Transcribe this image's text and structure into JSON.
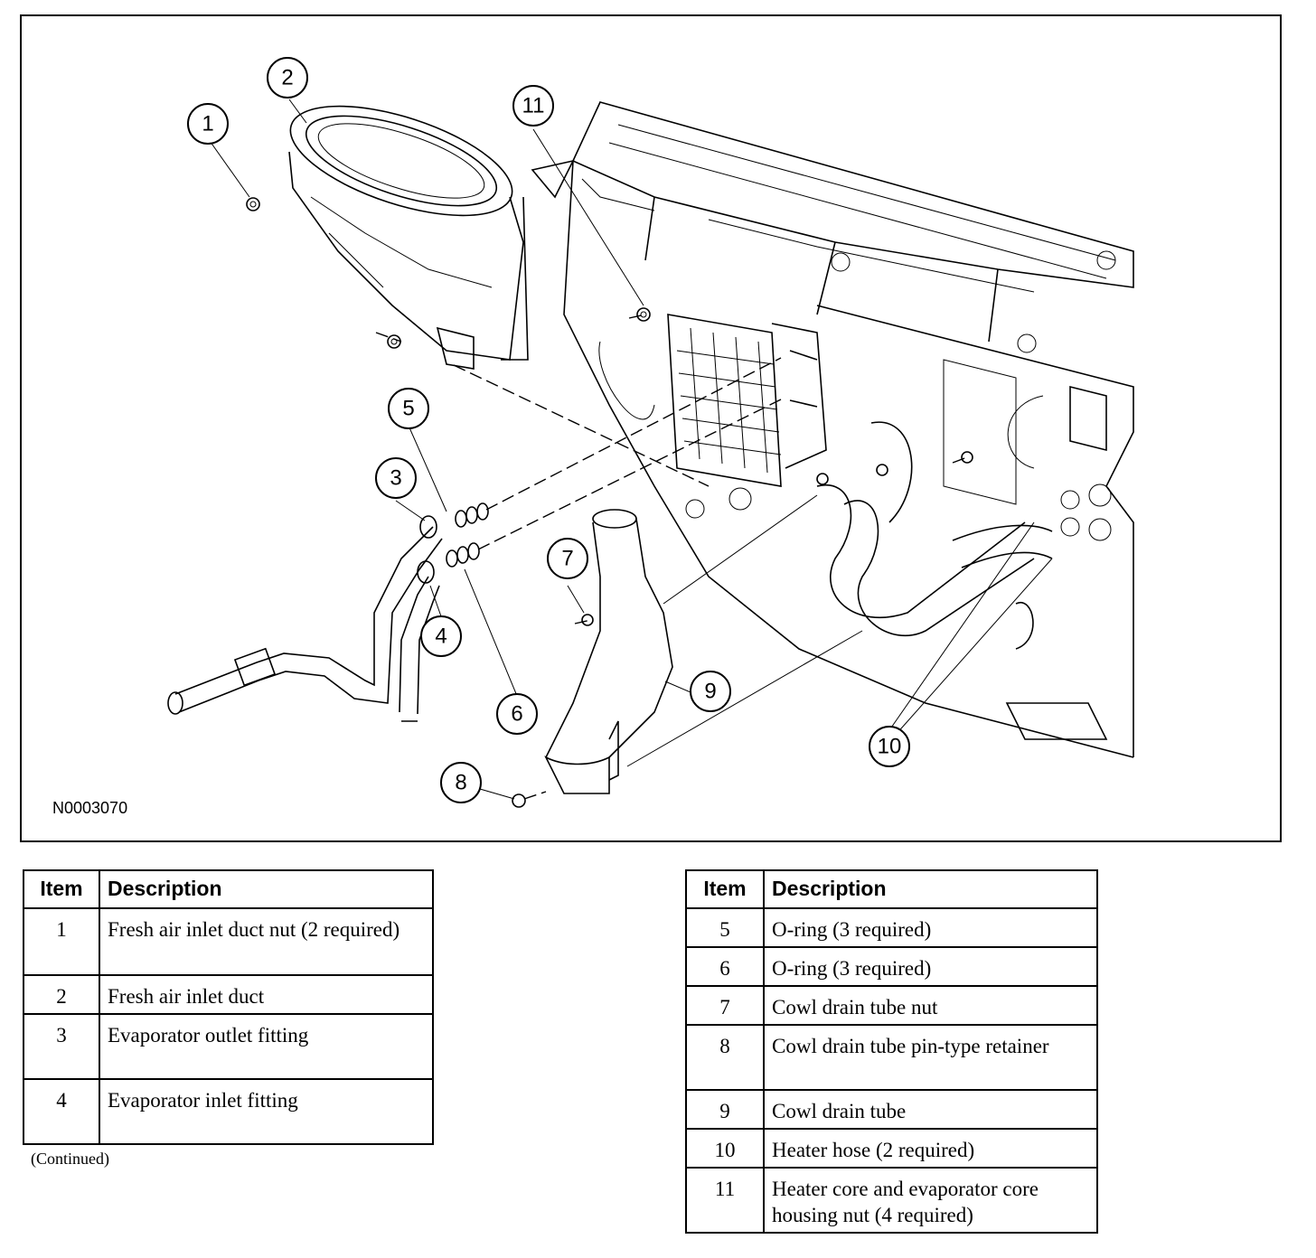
{
  "figure": {
    "id_label": "N0003070",
    "callouts": [
      "1",
      "2",
      "3",
      "4",
      "5",
      "6",
      "7",
      "8",
      "9",
      "10",
      "11"
    ]
  },
  "legend": {
    "header_item": "Item",
    "header_description": "Description",
    "left_rows": [
      {
        "item": "1",
        "description": "Fresh air inlet duct nut (2 required)"
      },
      {
        "item": "2",
        "description": "Fresh air inlet duct"
      },
      {
        "item": "3",
        "description": "Evaporator outlet fitting"
      },
      {
        "item": "4",
        "description": "Evaporator inlet fitting"
      }
    ],
    "right_rows": [
      {
        "item": "5",
        "description": "O-ring (3 required)"
      },
      {
        "item": "6",
        "description": "O-ring (3 required)"
      },
      {
        "item": "7",
        "description": "Cowl drain tube nut"
      },
      {
        "item": "8",
        "description": "Cowl drain tube pin-type retainer"
      },
      {
        "item": "9",
        "description": "Cowl drain tube"
      },
      {
        "item": "10",
        "description": "Heater hose (2 required)"
      },
      {
        "item": "11",
        "description": "Heater core and evaporator core housing nut (4 required)"
      }
    ],
    "continued_note": "(Continued)"
  }
}
